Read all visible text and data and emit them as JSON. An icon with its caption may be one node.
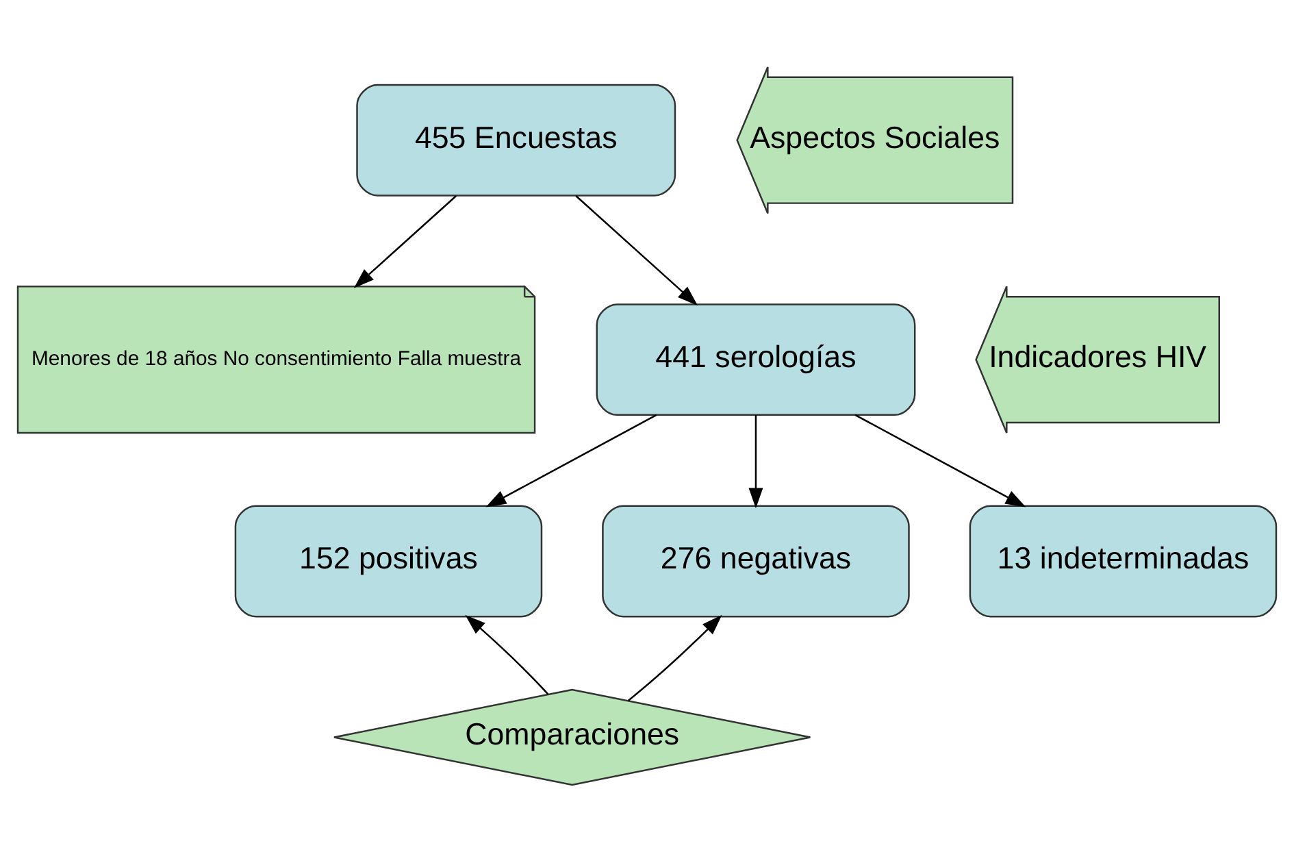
{
  "diagram": {
    "nodes": [
      {
        "text": [
          "455 Encuestas"
        ]
      },
      {
        "text": [
          "Menores de 18 años No consentimiento Falla muestra"
        ]
      },
      {
        "text": [
          "441 serologías"
        ]
      },
      {
        "text": [
          "152 positivas"
        ]
      },
      {
        "text": [
          "276 negativas"
        ]
      },
      {
        "text": [
          "13 indeterminadas"
        ]
      },
      {
        "text": [
          "Comparaciones"
        ]
      },
      {
        "text": [
          "Aspectos Sociales"
        ]
      },
      {
        "text": [
          "Indicadores HIV"
        ]
      }
    ],
    "edges": [
      {
        "from": 0,
        "to": 1,
        "arrow": "to"
      },
      {
        "from": 0,
        "to": 2,
        "arrow": "to"
      },
      {
        "from": 2,
        "to": 3,
        "arrow": "to"
      },
      {
        "from": 2,
        "to": 4,
        "arrow": "to"
      },
      {
        "from": 2,
        "to": 5,
        "arrow": "to"
      },
      {
        "from": 6,
        "to": 3,
        "arrow": "to"
      },
      {
        "from": 6,
        "to": 4,
        "arrow": "to"
      }
    ]
  }
}
